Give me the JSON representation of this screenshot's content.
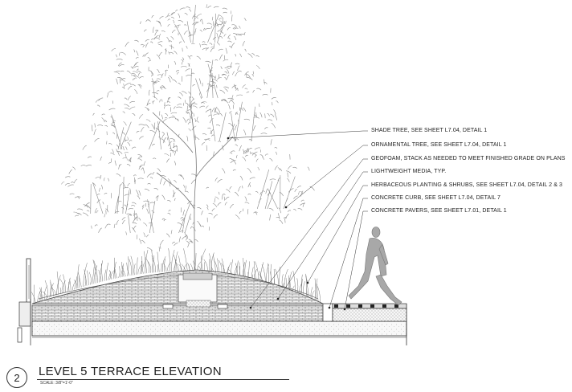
{
  "drawing": {
    "number": "2",
    "title": "LEVEL 5 TERRACE ELEVATION",
    "scale": "SCALE: 3/8\"=1'-0\""
  },
  "notes": [
    "SHADE TREE, SEE SHEET L7.04, DETAIL 1",
    "ORNAMENTAL TREE, SEE SHEET L7.04, DETAIL 1",
    "GEOFOAM, STACK AS NEEDED TO MEET FINISHED GRADE ON PLANS",
    "LIGHTWEIGHT MEDIA, TYP.",
    "HERBACEOUS PLANTING & SHRUBS, SEE SHEET L7.04, DETAIL 2 & 3",
    "CONCRETE CURB, SEE SHEET L7.04, DETAIL 7",
    "CONCRETE PAVERS, SEE SHEET L7.01, DETAIL 1"
  ],
  "colors": {
    "linework": "#333333",
    "figure": "#a8a8a8",
    "tree": "#8a8a8a"
  }
}
